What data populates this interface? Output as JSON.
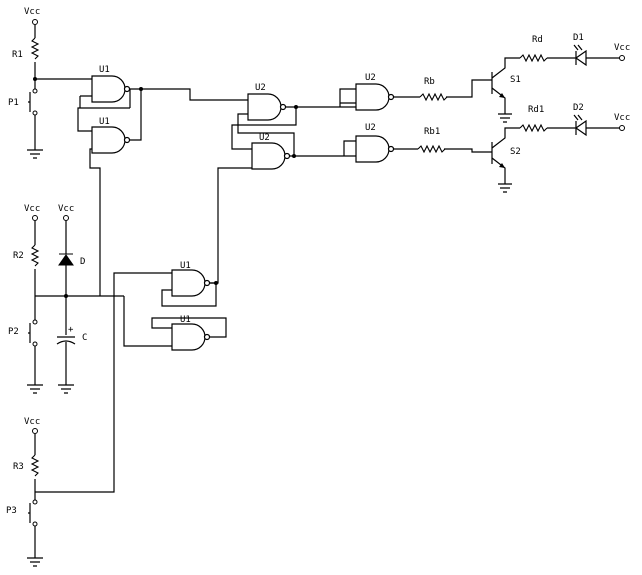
{
  "labels": {
    "vcc": "Vcc",
    "r1": "R1",
    "r2": "R2",
    "r3": "R3",
    "p1": "P1",
    "p2": "P2",
    "p3": "P3",
    "d": "D",
    "c": "C",
    "c_plus": "+",
    "u1": "U1",
    "u2": "U2",
    "rb": "Rb",
    "rb1": "Rb1",
    "rd": "Rd",
    "rd1": "Rd1",
    "d1": "D1",
    "d2": "D2",
    "s1": "S1",
    "s2": "S2"
  }
}
